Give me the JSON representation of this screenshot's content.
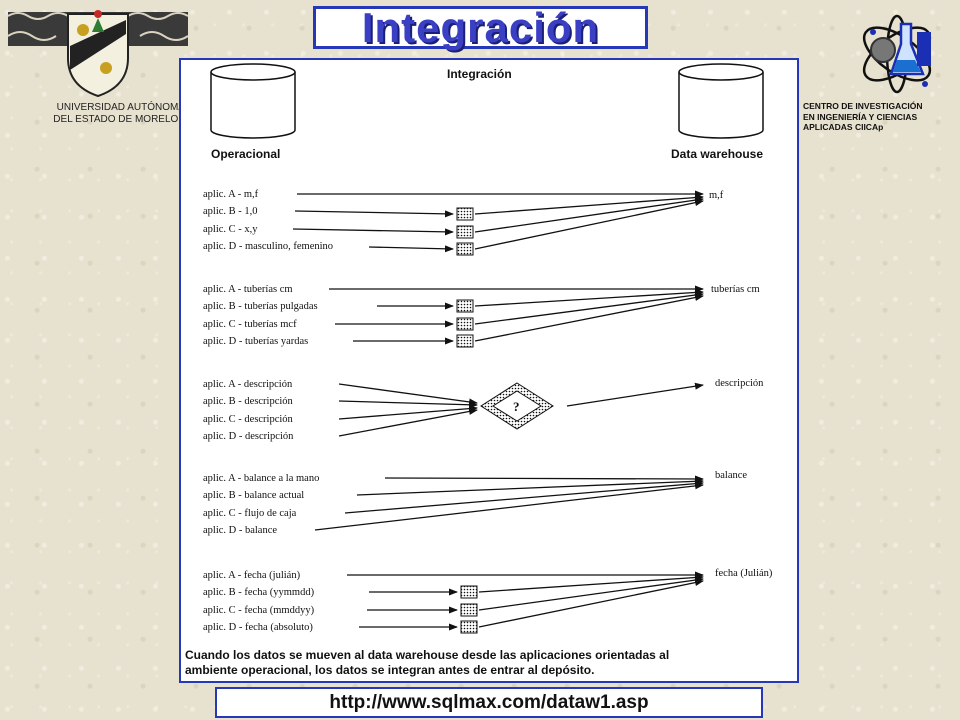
{
  "title": "Integración",
  "left_institution": {
    "line1": "UNIVERSIDAD  AUTÓNOMA",
    "line2": "DEL ESTADO DE MORELOS"
  },
  "right_institution": {
    "line1": "CENTRO DE INVESTIGACIÓN",
    "line2": "EN INGENIERÍA Y CIENCIAS",
    "line3": "APLICADAS CIICAp"
  },
  "diagram": {
    "heading": "Integración",
    "source_label": "Operacional",
    "target_label": "Data warehouse",
    "groups": [
      {
        "sources": [
          "aplic. A - m,f",
          "aplic. B - 1,0",
          "aplic. C - x,y",
          "aplic. D - masculino, femenino"
        ],
        "converter": "box",
        "target": "m,f"
      },
      {
        "sources": [
          "aplic. A - tuberías cm",
          "aplic. B - tuberías pulgadas",
          "aplic. C - tuberías mcf",
          "aplic. D - tuberías yardas"
        ],
        "converter": "box",
        "target": "tuberías cm"
      },
      {
        "sources": [
          "aplic. A - descripción",
          "aplic. B - descripción",
          "aplic. C - descripción",
          "aplic. D - descripción"
        ],
        "converter": "diamond",
        "converter_label": "?",
        "target": "descripción"
      },
      {
        "sources": [
          "aplic. A - balance a la mano",
          "aplic. B - balance actual",
          "aplic. C - flujo de caja",
          "aplic. D - balance"
        ],
        "converter": "none",
        "target": "balance"
      },
      {
        "sources": [
          "aplic. A - fecha (julián)",
          "aplic. B - fecha (yymmdd)",
          "aplic. C - fecha (mmddyy)",
          "aplic. D - fecha (absoluto)"
        ],
        "converter": "box",
        "target": "fecha (Julián)"
      }
    ],
    "caption_line1": "Cuando los datos se mueven al data warehouse desde las aplicaciones orientadas al",
    "caption_line2": "ambiente operacional, los datos se integran antes de entrar al depósito."
  },
  "url": "http://www.sqlmax.com/dataw1.asp",
  "colors": {
    "frame": "#2637b8",
    "title_text": "#3a3fc4"
  }
}
